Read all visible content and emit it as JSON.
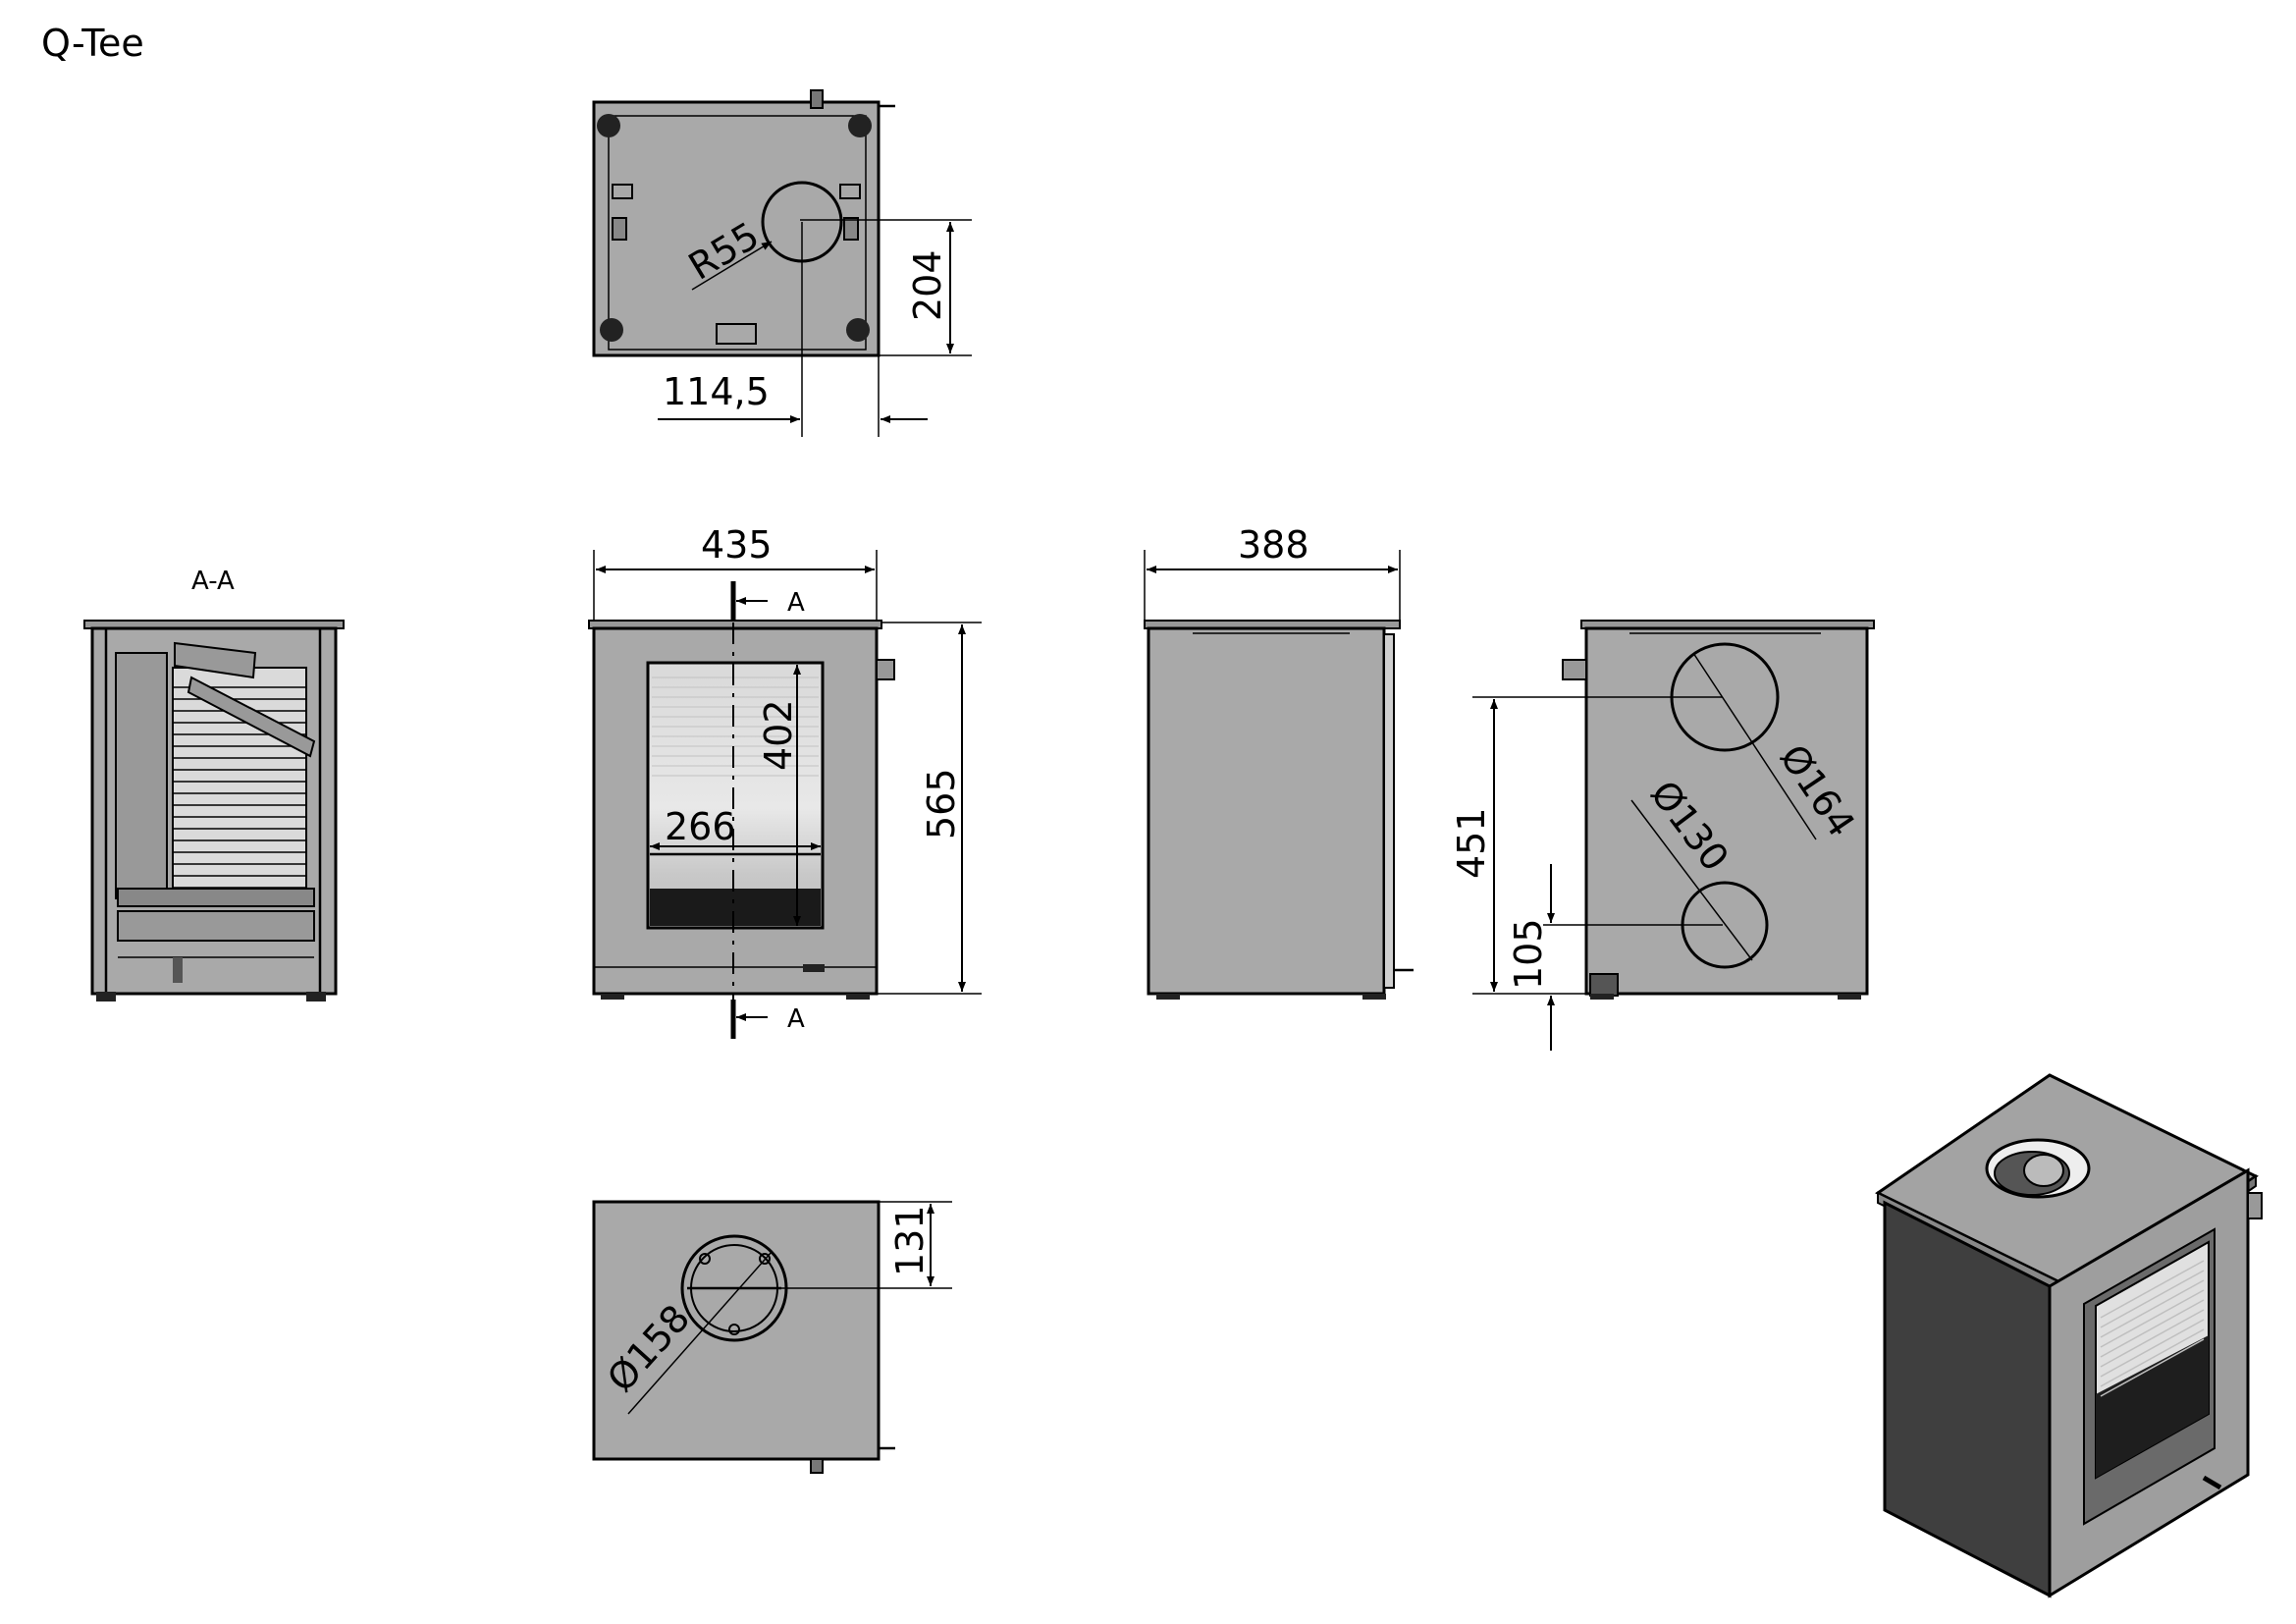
{
  "title": "Q-Tee",
  "section_label": "A-A",
  "section_marker": "A",
  "dimensions": {
    "top_r": "R55",
    "top_depth": "204",
    "top_offset": "114,5",
    "front_width": "435",
    "front_height": "565",
    "glass_height": "402",
    "glass_width": "266",
    "side_width": "388",
    "rear_height_top": "451",
    "rear_height_bottom": "105",
    "rear_d_large": "Ø164",
    "rear_d_small": "Ø130",
    "bottom_offset": "131",
    "bottom_d": "Ø158"
  },
  "colors": {
    "body": "#a9a9a9",
    "dark": "#3f3f3f",
    "line": "#000000"
  }
}
